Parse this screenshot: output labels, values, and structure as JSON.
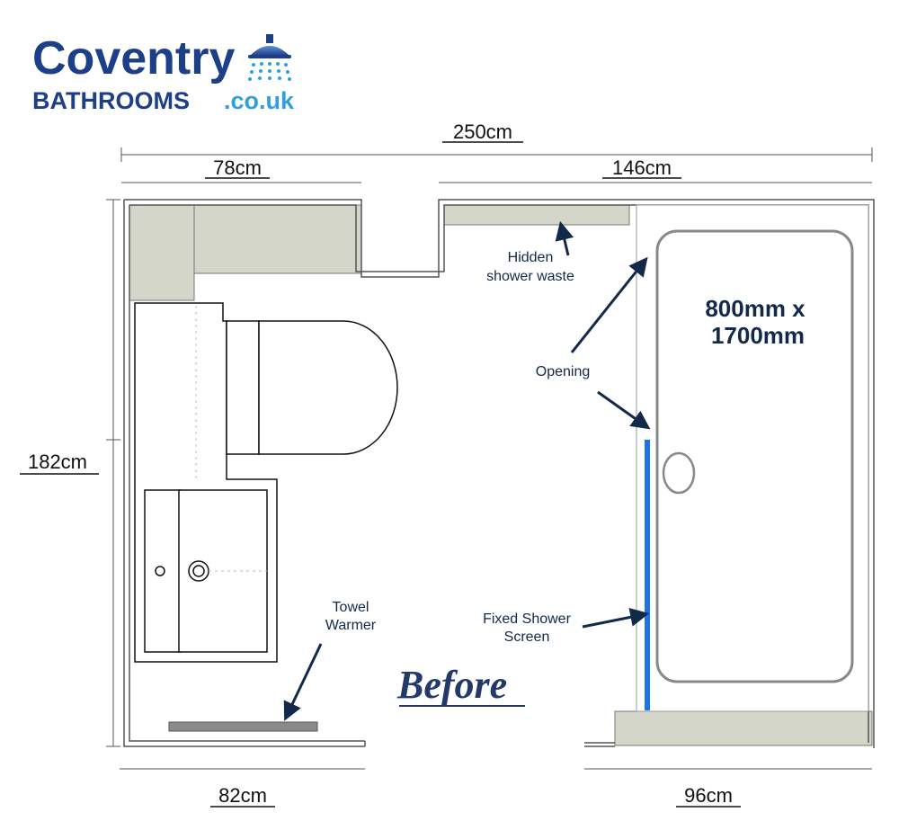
{
  "brand": {
    "name": "Coventry",
    "sub": "BATHROOMS",
    "domain": ".co.uk",
    "icon": "shower-head-icon"
  },
  "dimensions": {
    "total_width": "250cm",
    "top_left": "78cm",
    "top_right": "146cm",
    "height": "182cm",
    "bottom_left": "82cm",
    "bottom_right": "96cm"
  },
  "labels": {
    "hidden_waste_line1": "Hidden",
    "hidden_waste_line2": "shower waste",
    "opening": "Opening",
    "screen_line1": "Fixed Shower",
    "screen_line2": "Screen",
    "towel_line1": "Towel",
    "towel_line2": "Warmer",
    "tray_line1": "800mm x",
    "tray_line2": "1700mm",
    "stage": "Before"
  },
  "colors": {
    "wall": "#555555",
    "boxing": "#d4d6c9",
    "annotation": "#12294a",
    "screen": "#1e73e8",
    "brand_dark": "#1d3f87",
    "brand_light": "#2f9fe0"
  }
}
